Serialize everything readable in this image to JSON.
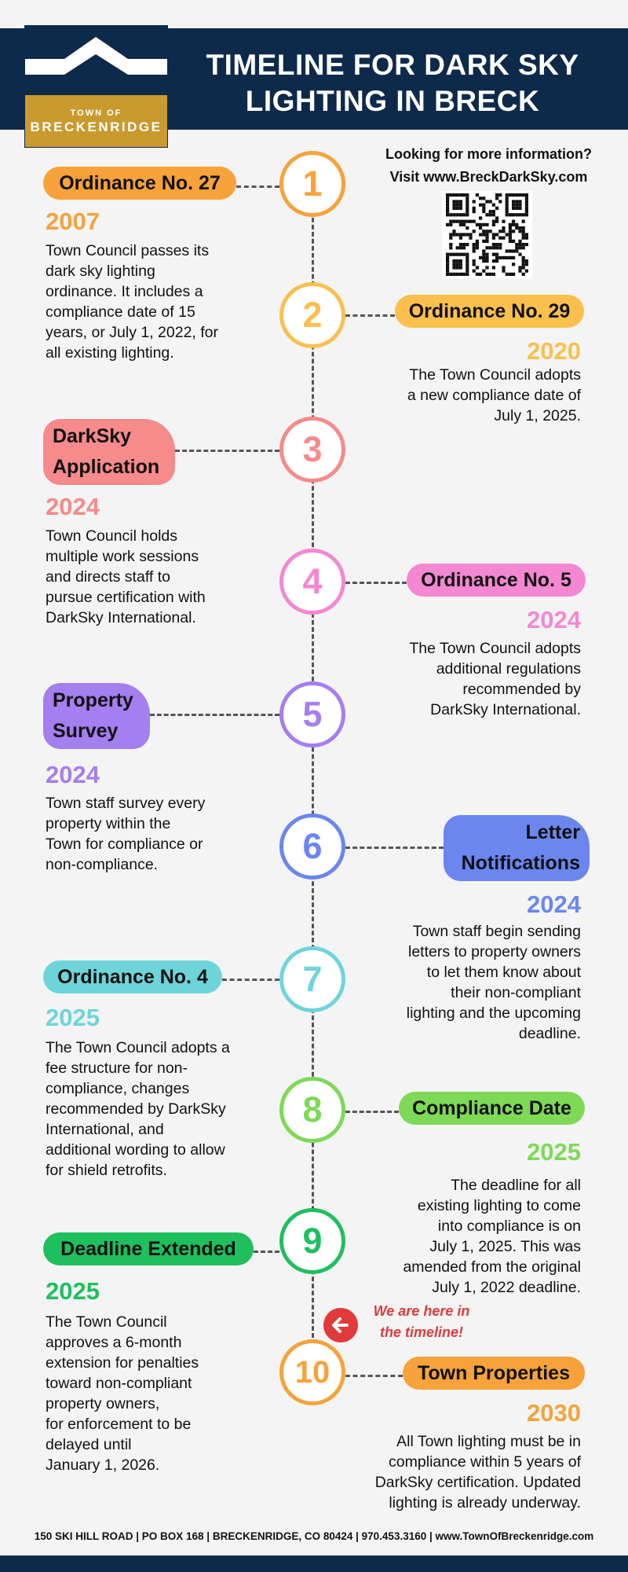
{
  "header": {
    "title_line1": "TIMELINE FOR DARK SKY",
    "title_line2": "LIGHTING IN BRECK",
    "logo_small": "TOWN OF",
    "logo_big": "BRECKENRIDGE"
  },
  "info": {
    "line1": "Looking for more information?",
    "line2": "Visit www.BreckDarkSky.com",
    "qr_icon": "qr-code-icon"
  },
  "events": [
    {
      "number": "1",
      "label_line1": "Ordinance No. 27",
      "label_line2": "",
      "year": "2007",
      "color": "#f7a23a",
      "desc": [
        "Town Council passes its",
        "dark sky lighting",
        "ordinance. It includes a",
        "compliance date of 15",
        "years, or July 1, 2022, for",
        "all existing lighting."
      ]
    },
    {
      "number": "2",
      "label_line1": "Ordinance No. 29",
      "label_line2": "",
      "year": "2020",
      "color": "#fbbf4e",
      "desc": [
        "The Town Council adopts",
        "a new compliance date of",
        "July 1, 2025."
      ]
    },
    {
      "number": "3",
      "label_line1": "DarkSky",
      "label_line2": "Application",
      "year": "2024",
      "color": "#f78a8a",
      "desc": [
        "Town Council holds",
        "multiple work sessions",
        "and directs staff to",
        "pursue certification with",
        "DarkSky International."
      ]
    },
    {
      "number": "4",
      "label_line1": "Ordinance No. 5",
      "label_line2": "",
      "year": "2024",
      "color": "#f487d2",
      "desc": [
        "The Town Council adopts",
        "additional regulations",
        "recommended by",
        "DarkSky International."
      ]
    },
    {
      "number": "5",
      "label_line1": "Property",
      "label_line2": "Survey",
      "year": "2024",
      "color": "#a57ef0",
      "desc": [
        "Town staff survey every",
        "property within the",
        "Town for compliance or",
        "non-compliance."
      ]
    },
    {
      "number": "6",
      "label_line1": "Letter",
      "label_line2": "Notifications",
      "year": "2024",
      "color": "#6b86ef",
      "desc": [
        "Town staff begin sending",
        "letters to property owners",
        "to let them know about",
        "their non-compliant",
        "lighting and the upcoming",
        "deadline."
      ]
    },
    {
      "number": "7",
      "label_line1": "Ordinance No. 4",
      "label_line2": "",
      "year": "2025",
      "color": "#6dd5da",
      "desc": [
        "The Town Council adopts a",
        "fee structure for non-",
        "compliance, changes",
        "recommended by DarkSky",
        "International, and",
        "additional wording to allow",
        "for shield retrofits."
      ]
    },
    {
      "number": "8",
      "label_line1": "Compliance Date",
      "label_line2": "",
      "year": "2025",
      "color": "#7ed957",
      "desc": [
        "The deadline for all",
        "existing lighting to come",
        "into compliance is on",
        "July 1, 2025. This was",
        "amended from the original",
        "July 1, 2022 deadline."
      ]
    },
    {
      "number": "9",
      "label_line1": "Deadline Extended",
      "label_line2": "",
      "year": "2025",
      "color": "#1fbf5e",
      "desc": [
        "The Town Council",
        "approves a 6-month",
        "extension for penalties",
        "toward non-compliant",
        "property owners,",
        "for enforcement to be",
        "delayed until",
        "January 1, 2026."
      ]
    },
    {
      "number": "10",
      "label_line1": "Town Properties",
      "label_line2": "",
      "year": "2030",
      "color": "#f7a23a",
      "desc": [
        "All Town lighting must be in",
        "compliance within 5 years of",
        "DarkSky certification. Updated",
        "lighting is already underway."
      ]
    }
  ],
  "marker": {
    "text_line1": "We are here in",
    "text_line2": "the timeline!",
    "color": "#e03a3a",
    "icon": "arrow-left-icon"
  },
  "footer": {
    "address": "150 SKI HILL ROAD | PO BOX 168 | BRECKENRIDGE, CO 80424 | 970.453.3160 | www.TownOfBreckenridge.com"
  },
  "colors": {
    "navy": "#0e2a4a",
    "gold": "#c99a2e",
    "background": "#f4f4f4"
  }
}
